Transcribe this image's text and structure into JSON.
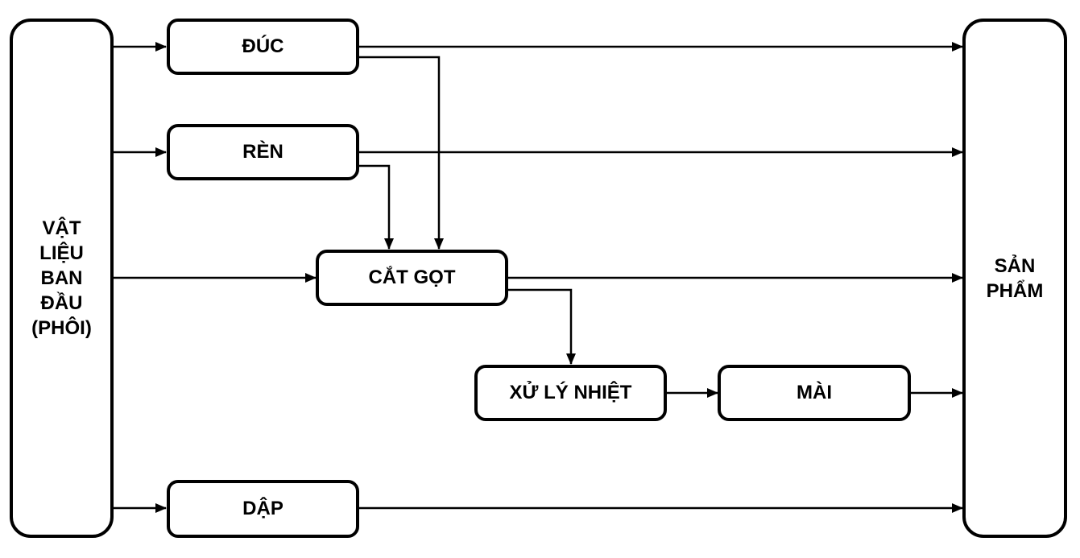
{
  "nodes": {
    "raw": "VẬT\nLIỆU\nBAN\nĐẦU\n(PHÔI)",
    "casting": "ĐÚC",
    "forging": "RÈN",
    "machining": "CẮT GỌT",
    "heat": "XỬ LÝ NHIỆT",
    "grinding": "MÀI",
    "stamping": "DẬP",
    "product": "SẢN\nPHẨM"
  },
  "edges": [
    {
      "from": "raw",
      "to": "casting"
    },
    {
      "from": "raw",
      "to": "forging"
    },
    {
      "from": "raw",
      "to": "machining"
    },
    {
      "from": "raw",
      "to": "stamping"
    },
    {
      "from": "casting",
      "to": "product"
    },
    {
      "from": "casting",
      "to": "machining"
    },
    {
      "from": "forging",
      "to": "product"
    },
    {
      "from": "forging",
      "to": "machining"
    },
    {
      "from": "machining",
      "to": "product"
    },
    {
      "from": "machining",
      "to": "heat"
    },
    {
      "from": "heat",
      "to": "grinding"
    },
    {
      "from": "grinding",
      "to": "product"
    },
    {
      "from": "stamping",
      "to": "product"
    }
  ],
  "colors": {
    "stroke": "#000000",
    "fill": "#ffffff"
  }
}
